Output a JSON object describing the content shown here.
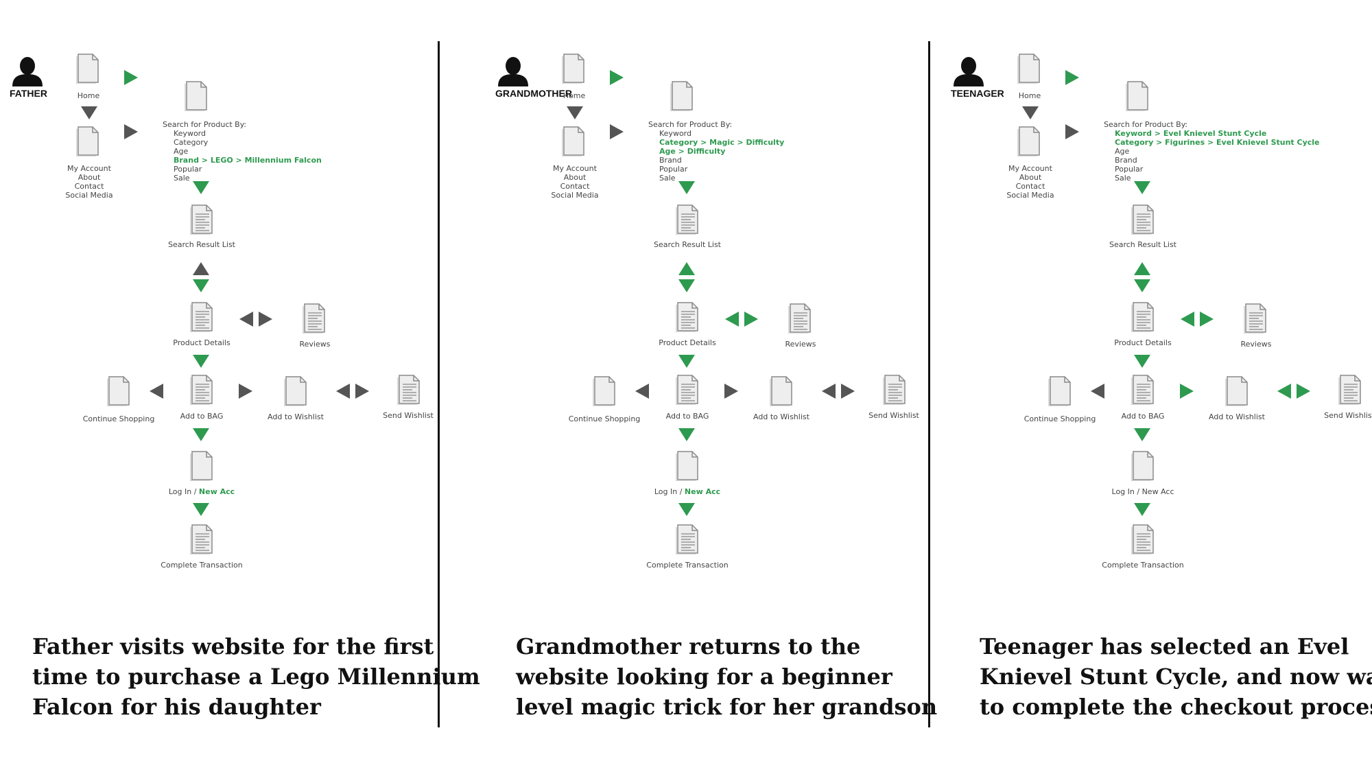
{
  "colors": {
    "green": "#2e9a4f",
    "gray": "#555555",
    "doc_fill": "#eeeeee",
    "doc_stroke": "#8a8a8a"
  },
  "panels": [
    {
      "persona": "FATHER",
      "home": "Home",
      "account_lines": [
        "My Account",
        "About",
        "Contact",
        "Social Media"
      ],
      "search_title": "Search for Product By:",
      "search_options": [
        {
          "text": "Keyword",
          "highlight": false
        },
        {
          "text": "Category",
          "highlight": false
        },
        {
          "text": "Age",
          "highlight": false
        },
        {
          "text": "Brand > LEGO > Millennium Falcon",
          "highlight": true
        },
        {
          "text": "Popular",
          "highlight": false
        },
        {
          "text": "Sale",
          "highlight": false
        }
      ],
      "search_result": "Search Result List",
      "product_details": "Product Details",
      "reviews": "Reviews",
      "continue_shopping": "Continue Shopping",
      "add_to_bag": "Add to BAG",
      "add_to_wishlist": "Add to Wishlist",
      "send_wishlist": "Send Wishlist",
      "login_prefix": "Log In / ",
      "login_new": "New Acc",
      "login_new_highlight": true,
      "complete": "Complete Transaction",
      "caption": [
        "Father visits website for the first",
        "time to purchase a Lego Millennium",
        "Falcon for his daughter"
      ]
    },
    {
      "persona": "GRANDMOTHER",
      "home": "Home",
      "account_lines": [
        "My Account",
        "About",
        "Contact",
        "Social Media"
      ],
      "search_title": "Search for Product By:",
      "search_options": [
        {
          "text": "Keyword",
          "highlight": false
        },
        {
          "text": "Category > Magic > Difficulty",
          "highlight": true
        },
        {
          "text": "Age > Difficulty",
          "highlight": true
        },
        {
          "text": "Brand",
          "highlight": false
        },
        {
          "text": "Popular",
          "highlight": false
        },
        {
          "text": "Sale",
          "highlight": false
        }
      ],
      "search_result": "Search Result List",
      "product_details": "Product Details",
      "reviews": "Reviews",
      "continue_shopping": "Continue Shopping",
      "add_to_bag": "Add to BAG",
      "add_to_wishlist": "Add to Wishlist",
      "send_wishlist": "Send Wishlist",
      "login_prefix": "Log In / ",
      "login_new": "New Acc",
      "login_new_highlight": true,
      "complete": "Complete Transaction",
      "caption": [
        "Grandmother returns to the",
        "website looking for a beginner",
        "level magic trick for her grandson"
      ]
    },
    {
      "persona": "TEENAGER",
      "home": "Home",
      "account_lines": [
        "My Account",
        "About",
        "Contact",
        "Social Media"
      ],
      "search_title": "Search for Product By:",
      "search_options": [
        {
          "text": "Keyword > Evel Knievel Stunt Cycle",
          "highlight": true
        },
        {
          "text": "Category > Figurines > Evel Knievel Stunt Cycle",
          "highlight": true
        },
        {
          "text": "Age",
          "highlight": false
        },
        {
          "text": "Brand",
          "highlight": false
        },
        {
          "text": "Popular",
          "highlight": false
        },
        {
          "text": "Sale",
          "highlight": false
        }
      ],
      "search_result": "Search Result List",
      "product_details": "Product Details",
      "reviews": "Reviews",
      "continue_shopping": "Continue Shopping",
      "add_to_bag": "Add to BAG",
      "add_to_wishlist": "Add to Wishlist",
      "send_wishlist": "Send Wishlist",
      "login_prefix": "Log In / ",
      "login_new": "New Acc",
      "login_new_highlight": false,
      "complete": "Complete Transaction",
      "caption": [
        "Teenager has selected an Evel",
        "Knievel Stunt Cycle, and now wants",
        "to complete the checkout process"
      ]
    }
  ],
  "arrow_colors": [
    {
      "home_right": "green",
      "home_down": "gray",
      "account_right": "gray",
      "search_down": "green",
      "result_up": "gray",
      "result_down": "green",
      "details_lr": "gray",
      "details_down": "green",
      "bag_left": "gray",
      "bag_right": "gray",
      "wish_lr": "gray",
      "bag_down": "green",
      "login_down": "green"
    },
    {
      "home_right": "green",
      "home_down": "gray",
      "account_right": "gray",
      "search_down": "green",
      "result_up": "green",
      "result_down": "green",
      "details_lr": "green",
      "details_down": "green",
      "bag_left": "gray",
      "bag_right": "gray",
      "wish_lr": "gray",
      "bag_down": "green",
      "login_down": "green"
    },
    {
      "home_right": "green",
      "home_down": "gray",
      "account_right": "gray",
      "search_down": "green",
      "result_up": "green",
      "result_down": "green",
      "details_lr": "green",
      "details_down": "green",
      "bag_left": "gray",
      "bag_right": "green",
      "wish_lr": "green",
      "bag_down": "green",
      "login_down": "green"
    }
  ]
}
